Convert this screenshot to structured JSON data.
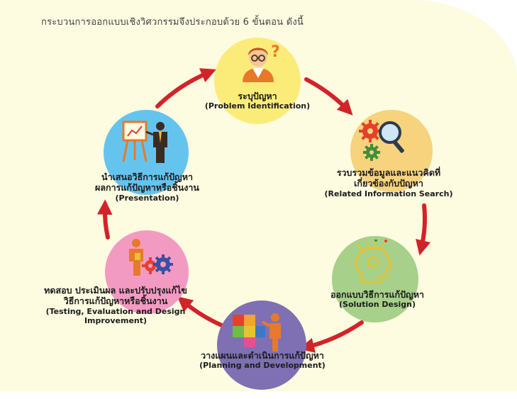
{
  "intro": "กระบวนการออกแบบเชิงวิศวกรรมจึงประกอบด้วย 6 ขั้นตอน ดังนี้",
  "colors": {
    "panel": "#fdfbe0",
    "arrow": "#d2232a",
    "step1": "#fbec7a",
    "step2": "#f6d37c",
    "step3": "#a7d08a",
    "step4": "#7f70b3",
    "step5": "#f39ac3",
    "step6": "#65c4ee"
  },
  "steps": [
    {
      "th": "ระบุปัญหา",
      "en": "(Problem Identification)",
      "icon": "thinking-person-icon"
    },
    {
      "th": "รวบรวมข้อมูลและแนวคิดที่",
      "th2": "เกี่ยวข้องกับปัญหา",
      "en": "(Related Information Search)",
      "icon": "gears-magnifier-icon"
    },
    {
      "th": "ออกแบบวิธีการแก้ปัญหา",
      "en": "(Solution Design)",
      "icon": "head-ideas-icon"
    },
    {
      "th": "วางแผนและดำเนินการแก้ปัญหา",
      "en": "(Planning and Development)",
      "icon": "puzzle-person-icon"
    },
    {
      "th": "ทดสอบ ประเมินผล และปรับปรุงแก้ไข",
      "th2": "วิธีการแก้ปัญหาหรือชิ้นงาน",
      "en": "(Testing, Evaluation and Design",
      "en2": "Improvement)",
      "icon": "person-gears-icon"
    },
    {
      "th": "นำเสนอวิธีการแก้ปัญหา",
      "th2": "ผลการแก้ปัญหาหรือชิ้นงาน",
      "en": "(Presentation)",
      "icon": "presenter-board-icon"
    }
  ]
}
